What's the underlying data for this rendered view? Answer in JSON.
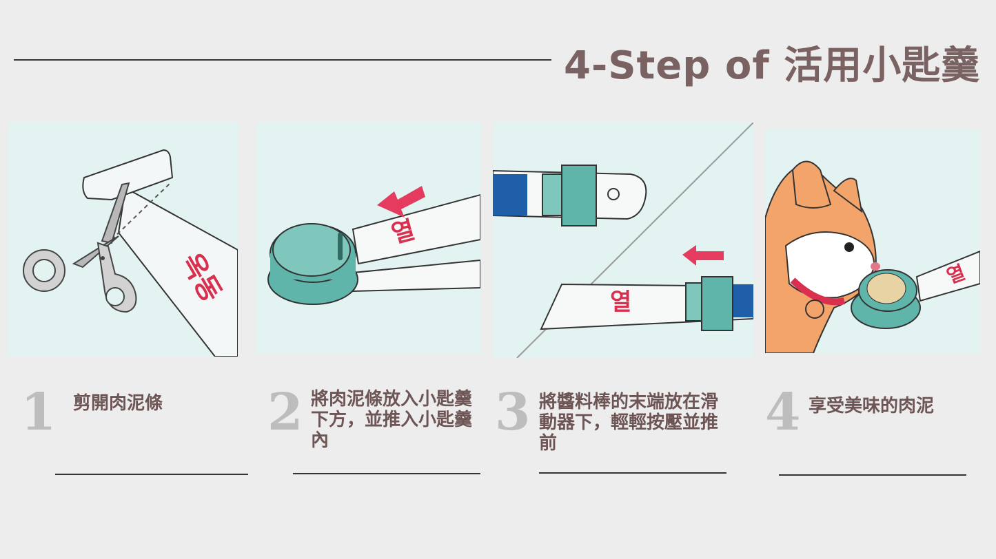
{
  "header": {
    "title": "4-Step  of  活用小匙羹"
  },
  "steps": [
    {
      "number": "1",
      "text": "剪開肉泥條"
    },
    {
      "number": "2",
      "text": "將肉泥條放入小匙羹下方，並推入小匙羹內"
    },
    {
      "number": "3",
      "text": "將醬料棒的末端放在滑動器下，輕輕按壓並推前"
    },
    {
      "number": "4",
      "text": "享受美味的肉泥"
    }
  ],
  "packaging": {
    "brand_text": "옥동",
    "brand_text2": "열"
  },
  "colors": {
    "title": "#7a6262",
    "teal": "#5fb5aa",
    "arrow": "#e43b5f",
    "panel_bg": "#e2f3f1"
  },
  "icons": [
    "scissors-icon",
    "spoon-icon",
    "arrow-left-icon",
    "slider-icon",
    "cat-icon"
  ]
}
